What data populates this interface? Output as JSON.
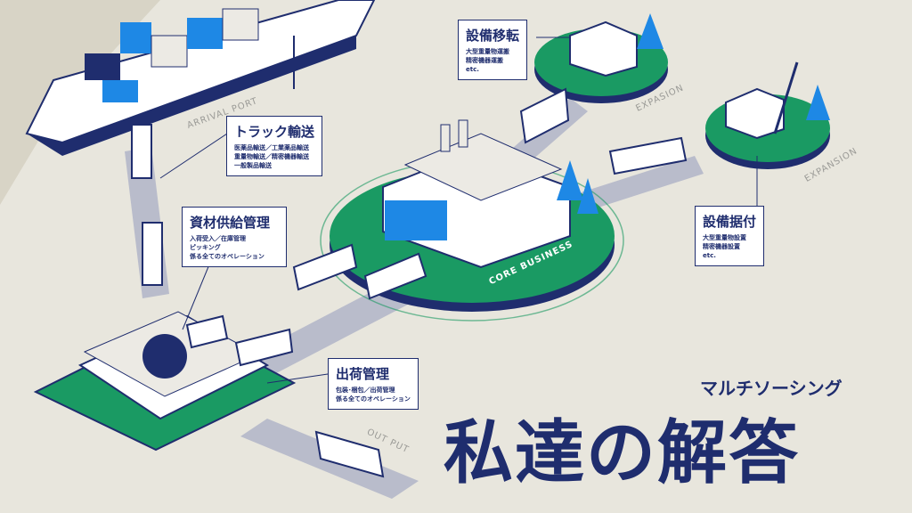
{
  "colors": {
    "navy": "#1f2d6e",
    "green": "#1a9a63",
    "blue": "#1e88e5",
    "background": "#e8e6dd"
  },
  "labels": {
    "arrival_port": "ARRIVAL PORT",
    "expansion_1": "EXPASION",
    "expansion_2": "EXPANSION",
    "core_business": "CORE BUSINESS",
    "output": "OUT PUT"
  },
  "boxes": {
    "relocation": {
      "title": "設備移転",
      "lines": [
        "大型重量物運搬",
        "精密機器運搬",
        "etc."
      ]
    },
    "truck": {
      "title": "トラック輸送",
      "lines": [
        "医薬品輸送／工業薬品輸送",
        "重量物輸送／精密機器輸送",
        "一般製品輸送"
      ]
    },
    "materials": {
      "title": "資材供給管理",
      "lines": [
        "入荷受入／在庫管理",
        "ピッキング",
        "係る全てのオペレーション"
      ]
    },
    "shipping": {
      "title": "出荷管理",
      "lines": [
        "包装･梱包／出荷管理",
        "係る全てのオペレーション"
      ]
    },
    "installation": {
      "title": "設備据付",
      "lines": [
        "大型重量物設置",
        "精密機器設置",
        "etc."
      ]
    }
  },
  "heading": {
    "title": "私達の解答",
    "subtitle": "マルチソーシング"
  }
}
